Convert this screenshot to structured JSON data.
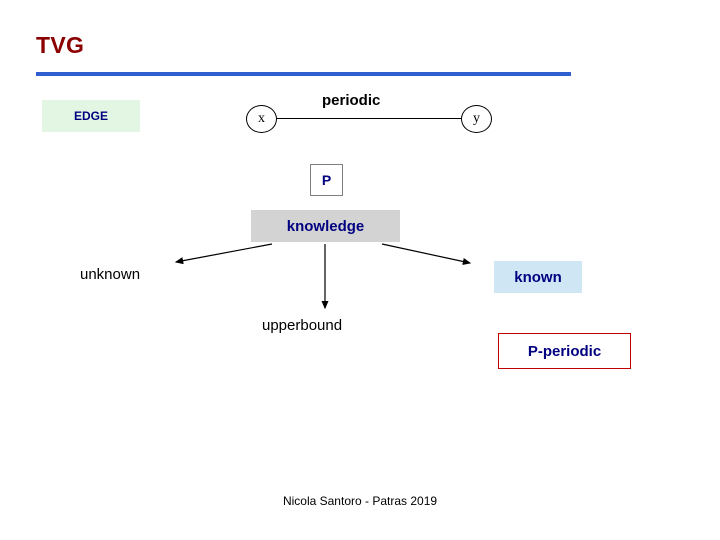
{
  "slide": {
    "title": "TVG",
    "footer": "Nicola Santoro - Patras 2019"
  },
  "diagram": {
    "edge_tag": "EDGE",
    "node_x": "x",
    "node_y": "y",
    "edge_label": "periodic",
    "p_box": "P",
    "knowledge_box": "knowledge",
    "unknown_label": "unknown",
    "known_label": "known",
    "upperbound_label": "upperbound",
    "pperiodic_label": "P-periodic"
  },
  "colors": {
    "title": "#8B0000",
    "rule": "#2F5FCF",
    "edge_box_bg": "#E3F6E3",
    "knowledge_bg": "#D3D3D3",
    "known_bg": "#CFE7F5",
    "pperiodic_border": "#C00000",
    "label_text": "#000080"
  }
}
